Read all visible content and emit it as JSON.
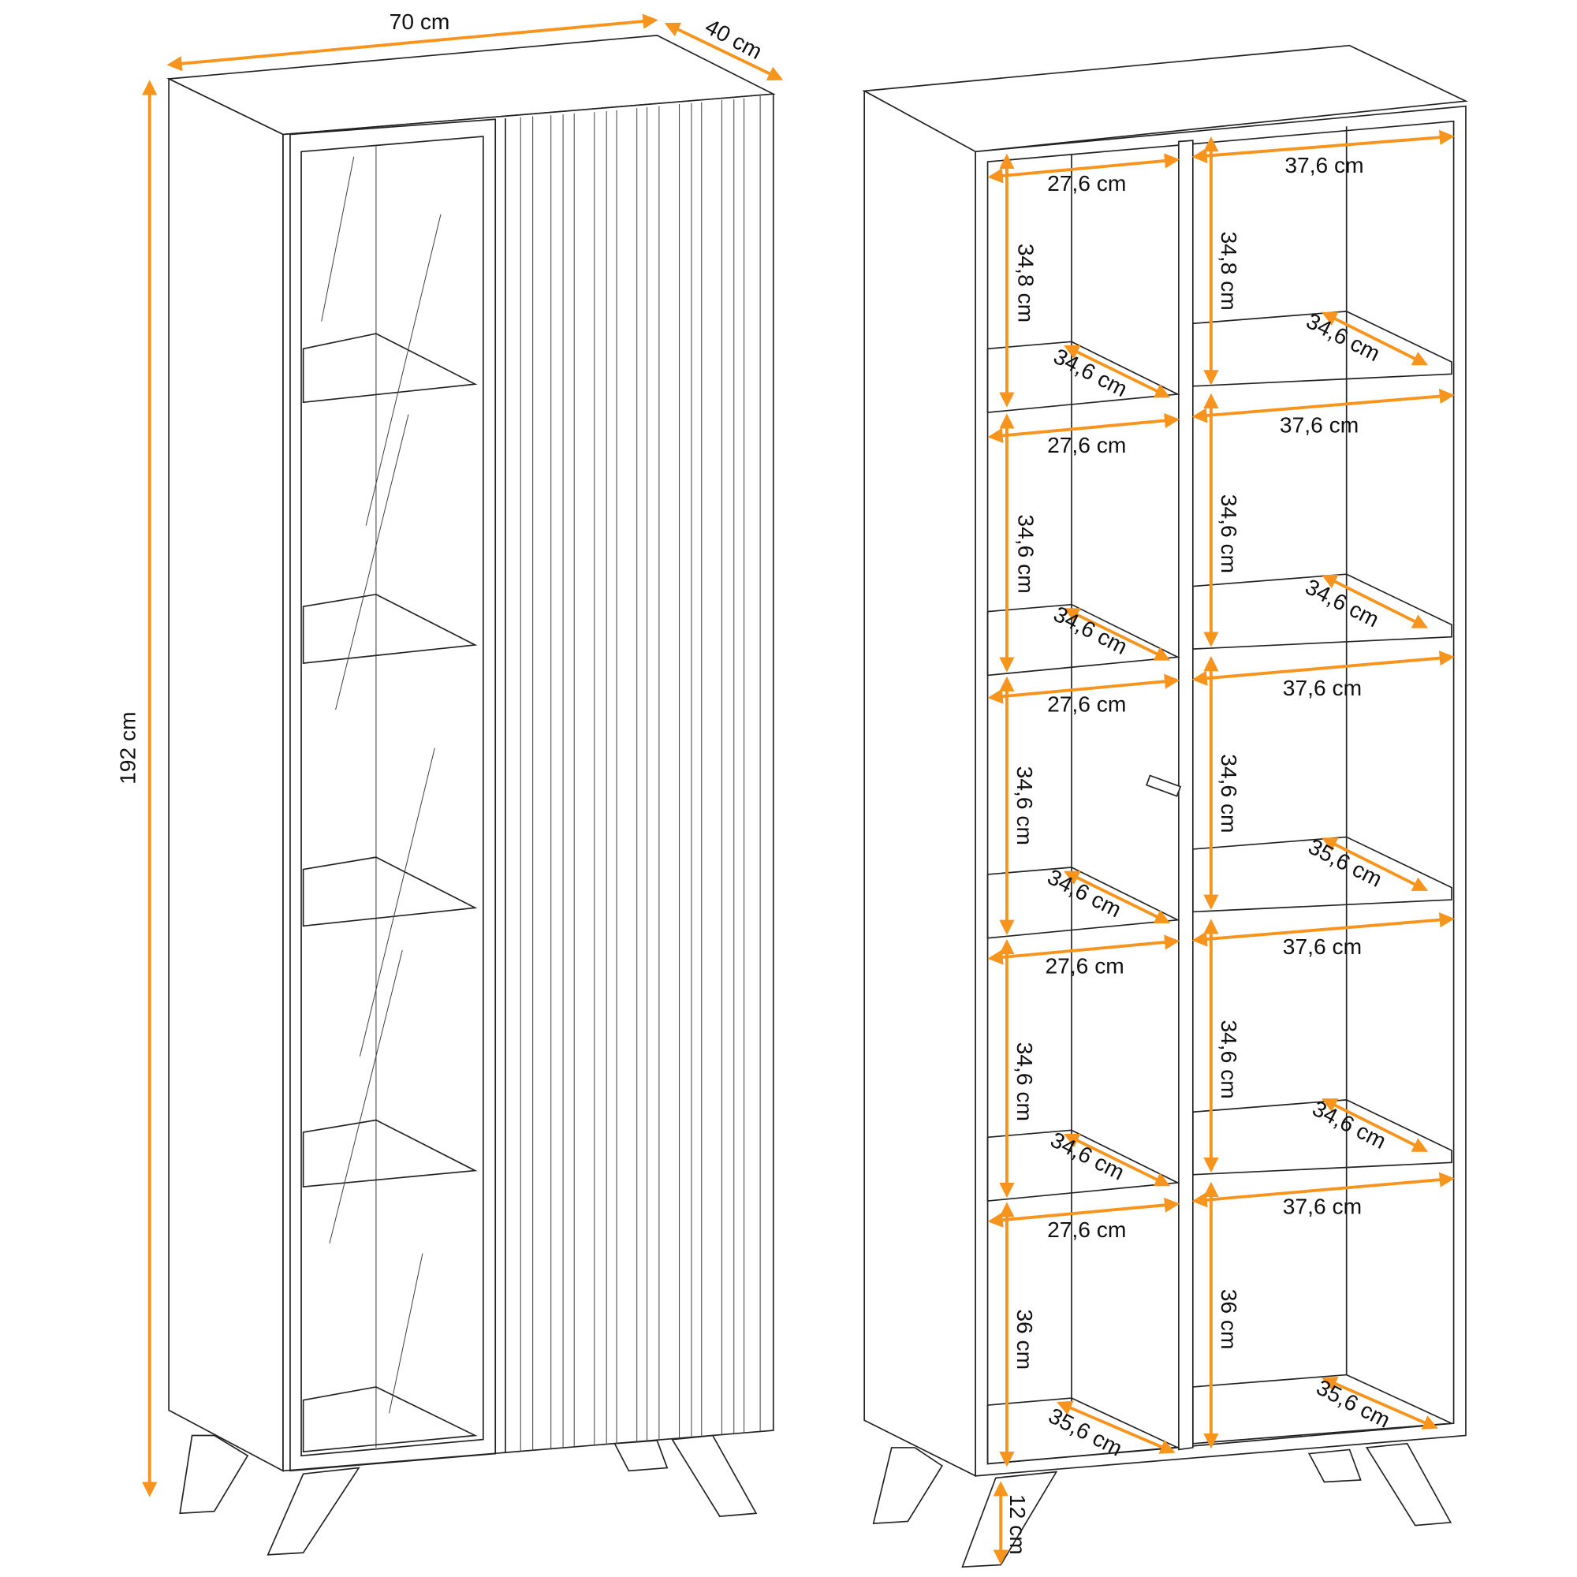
{
  "colors": {
    "dimension": "#f7941d",
    "line": "#222222"
  },
  "closed_view": {
    "width": "70 cm",
    "depth": "40 cm",
    "height": "192 cm"
  },
  "open_view": {
    "left_widths": [
      "27,6 cm",
      "27,6 cm",
      "27,6 cm",
      "27,6 cm",
      "27,6 cm"
    ],
    "right_widths": [
      "37,6 cm",
      "37,6 cm",
      "37,6 cm",
      "37,6 cm",
      "37,6 cm"
    ],
    "left_heights": [
      "34,8 cm",
      "34,6 cm",
      "34,6 cm",
      "34,6 cm",
      "36 cm"
    ],
    "right_heights": [
      "34,8 cm",
      "34,6 cm",
      "34,6 cm",
      "34,6 cm",
      "36 cm"
    ],
    "left_depths": [
      "34,6 cm",
      "34,6 cm",
      "34,6 cm",
      "34,6 cm",
      "35,6 cm"
    ],
    "right_depths": [
      "34,6 cm",
      "34,6 cm",
      "35,6 cm",
      "34,6 cm",
      "35,6 cm"
    ],
    "leg_height": "12 cm"
  }
}
